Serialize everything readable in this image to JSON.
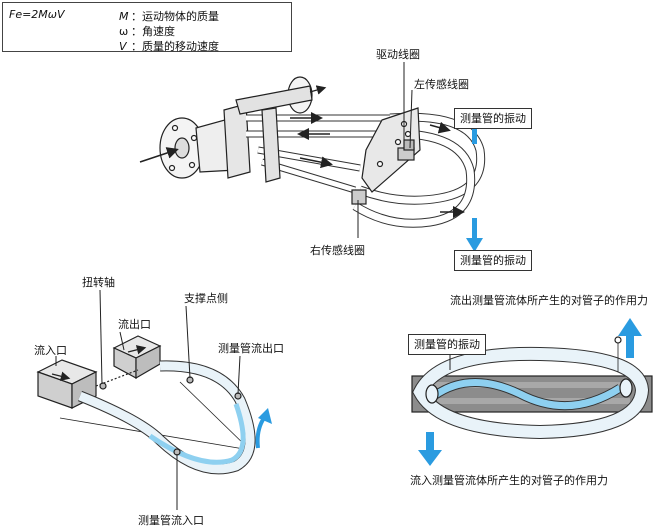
{
  "formula": {
    "equation": "Fe=2MωV",
    "definitions": [
      {
        "symbol": "M",
        "text": "：运动物体的质量"
      },
      {
        "symbol": "ω",
        "text": "：角速度"
      },
      {
        "symbol": "V",
        "text": "：质量的移动速度"
      }
    ]
  },
  "labels": {
    "drive_coil": "驱动线圈",
    "left_sensor_coil": "左传感线圈",
    "right_sensor_coil": "右传感线圈",
    "tube_vibration_top": "测量管的振动",
    "tube_vibration_bottom": "测量管的振动",
    "torsion_axis": "扭转轴",
    "outlet": "流出口",
    "inlet": "流入口",
    "support_point": "支撑点侧",
    "tube_outlet": "测量管流出口",
    "tube_inlet": "测量管流入口",
    "tube_vibration_right": "测量管的振动",
    "force_outflow": "流出测量管流体所产生的对管子的作用力",
    "force_inflow": "流入测量管流体所产生的对管子的作用力"
  },
  "colors": {
    "arrow_blue": "#2a9be0",
    "tube_blue": "#8ed0f0",
    "tube_outer": "#e9f3f9",
    "line": "#222222"
  }
}
